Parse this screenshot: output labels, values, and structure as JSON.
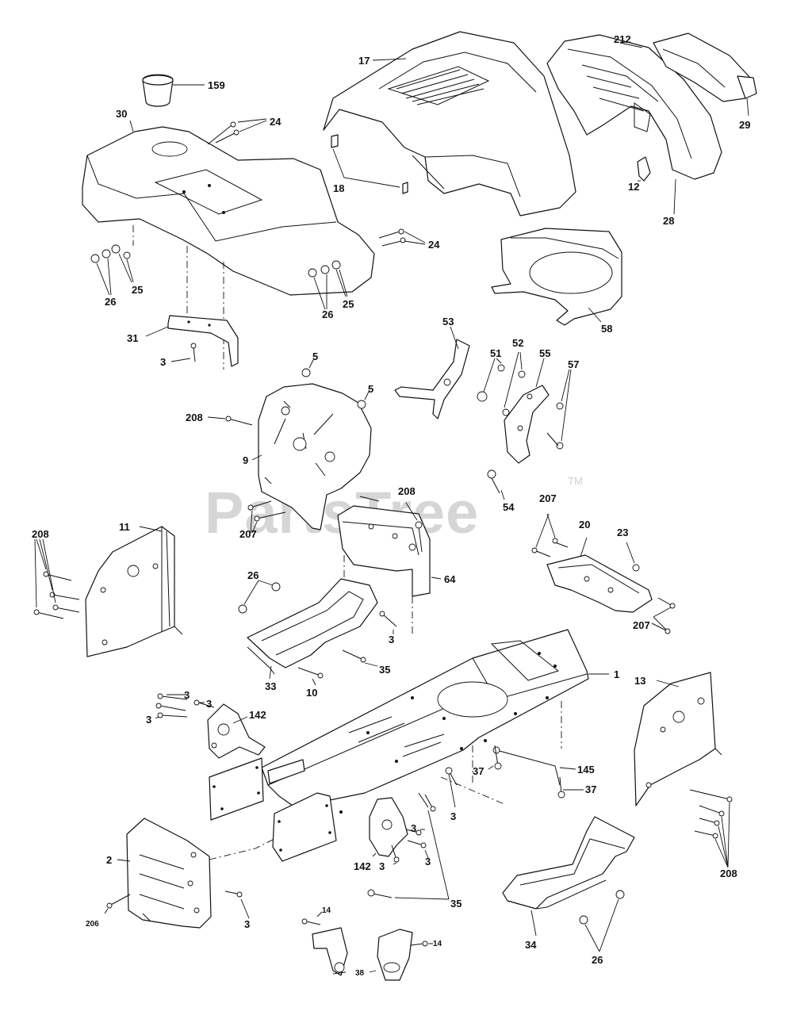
{
  "watermark": {
    "text": "PartsTree",
    "trademark": "TM"
  },
  "callouts": [
    {
      "id": "c159",
      "label": "159"
    },
    {
      "id": "c30",
      "label": "30"
    },
    {
      "id": "c24a",
      "label": "24"
    },
    {
      "id": "c24b",
      "label": "24"
    },
    {
      "id": "c25a",
      "label": "25"
    },
    {
      "id": "c26a",
      "label": "26"
    },
    {
      "id": "c26b",
      "label": "26"
    },
    {
      "id": "c25b",
      "label": "25"
    },
    {
      "id": "c31",
      "label": "31"
    },
    {
      "id": "c3a",
      "label": "3"
    },
    {
      "id": "c17",
      "label": "17"
    },
    {
      "id": "c18",
      "label": "18"
    },
    {
      "id": "c212",
      "label": "212"
    },
    {
      "id": "c29",
      "label": "29"
    },
    {
      "id": "c12",
      "label": "12"
    },
    {
      "id": "c28",
      "label": "28"
    },
    {
      "id": "c58",
      "label": "58"
    },
    {
      "id": "c53",
      "label": "53"
    },
    {
      "id": "c51",
      "label": "51"
    },
    {
      "id": "c52",
      "label": "52"
    },
    {
      "id": "c55",
      "label": "55"
    },
    {
      "id": "c57",
      "label": "57"
    },
    {
      "id": "c54",
      "label": "54"
    },
    {
      "id": "c5a",
      "label": "5"
    },
    {
      "id": "c5b",
      "label": "5"
    },
    {
      "id": "c208a",
      "label": "208"
    },
    {
      "id": "c9",
      "label": "9"
    },
    {
      "id": "c207a",
      "label": "207"
    },
    {
      "id": "c208b",
      "label": "208"
    },
    {
      "id": "c64",
      "label": "64"
    },
    {
      "id": "c207b",
      "label": "207"
    },
    {
      "id": "c20",
      "label": "20"
    },
    {
      "id": "c23",
      "label": "23"
    },
    {
      "id": "c207c",
      "label": "207"
    },
    {
      "id": "c11",
      "label": "11"
    },
    {
      "id": "c208c",
      "label": "208"
    },
    {
      "id": "c26c",
      "label": "26"
    },
    {
      "id": "c3b",
      "label": "3"
    },
    {
      "id": "c35a",
      "label": "35"
    },
    {
      "id": "c33",
      "label": "33"
    },
    {
      "id": "c10",
      "label": "10"
    },
    {
      "id": "c1",
      "label": "1"
    },
    {
      "id": "c13",
      "label": "13"
    },
    {
      "id": "c3c",
      "label": "3"
    },
    {
      "id": "c3d",
      "label": "3"
    },
    {
      "id": "c3e",
      "label": "3"
    },
    {
      "id": "c142a",
      "label": "142"
    },
    {
      "id": "c37a",
      "label": "37"
    },
    {
      "id": "c145",
      "label": "145"
    },
    {
      "id": "c37b",
      "label": "37"
    },
    {
      "id": "c3f",
      "label": "3"
    },
    {
      "id": "c3g",
      "label": "3"
    },
    {
      "id": "c3h",
      "label": "3"
    },
    {
      "id": "c142b",
      "label": "142"
    },
    {
      "id": "c3i",
      "label": "3"
    },
    {
      "id": "c2",
      "label": "2"
    },
    {
      "id": "c208d",
      "label": "208"
    },
    {
      "id": "c35b",
      "label": "35"
    },
    {
      "id": "c3j",
      "label": "3"
    },
    {
      "id": "c206",
      "label": "206"
    },
    {
      "id": "c14a",
      "label": "14"
    },
    {
      "id": "c14b",
      "label": "14"
    },
    {
      "id": "c38",
      "label": "38"
    },
    {
      "id": "c34",
      "label": "34"
    },
    {
      "id": "c26d",
      "label": "26"
    }
  ]
}
